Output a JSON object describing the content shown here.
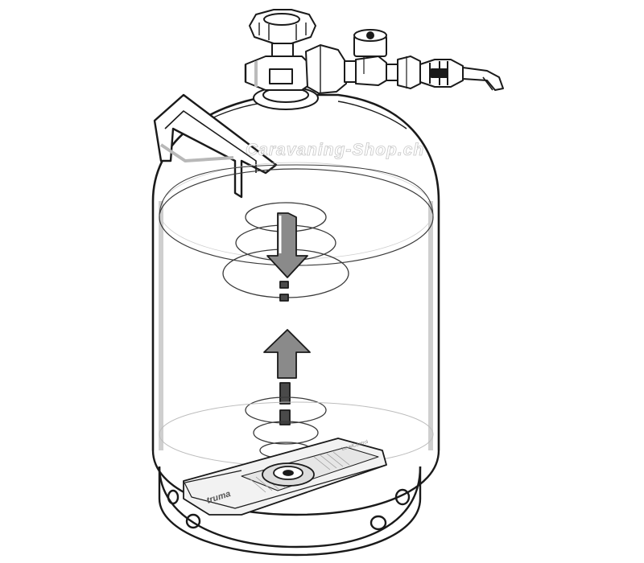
{
  "watermark": "Caravaning-Shop.ch",
  "sensor": {
    "brand": "truma",
    "label": "LevelControl"
  },
  "colors": {
    "line": "#1a1a1a",
    "shadow": "#d6d6d6",
    "arrow_fill": "#8a8a8a",
    "arrow_dark": "#4a4a4a",
    "ripple": "#3a3a3a"
  }
}
